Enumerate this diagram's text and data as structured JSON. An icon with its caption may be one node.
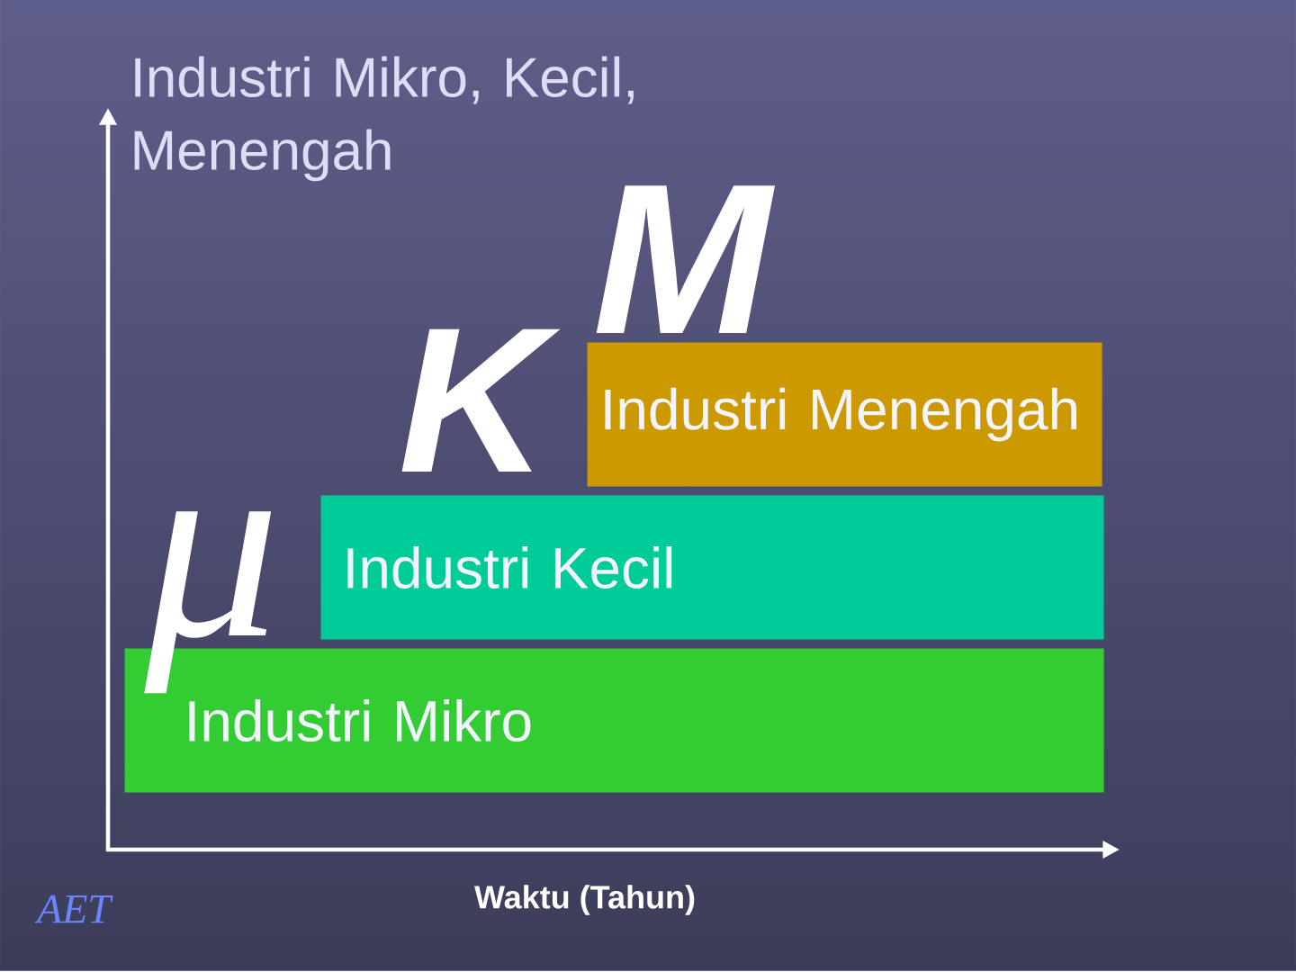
{
  "diagram": {
    "nodes": [
      {
        "text": [
          "Industri Menengah"
        ],
        "beside": [
          "M"
        ]
      },
      {
        "text": [
          "Industri Kecil"
        ],
        "beside": [
          "K"
        ]
      },
      {
        "text": [
          "Industri Mikro"
        ],
        "beside": [
          "μ"
        ]
      }
    ],
    "labels": [
      "Industri Mikro, Kecil, Menengah",
      "Waktu (Tahun)",
      "AET"
    ]
  }
}
